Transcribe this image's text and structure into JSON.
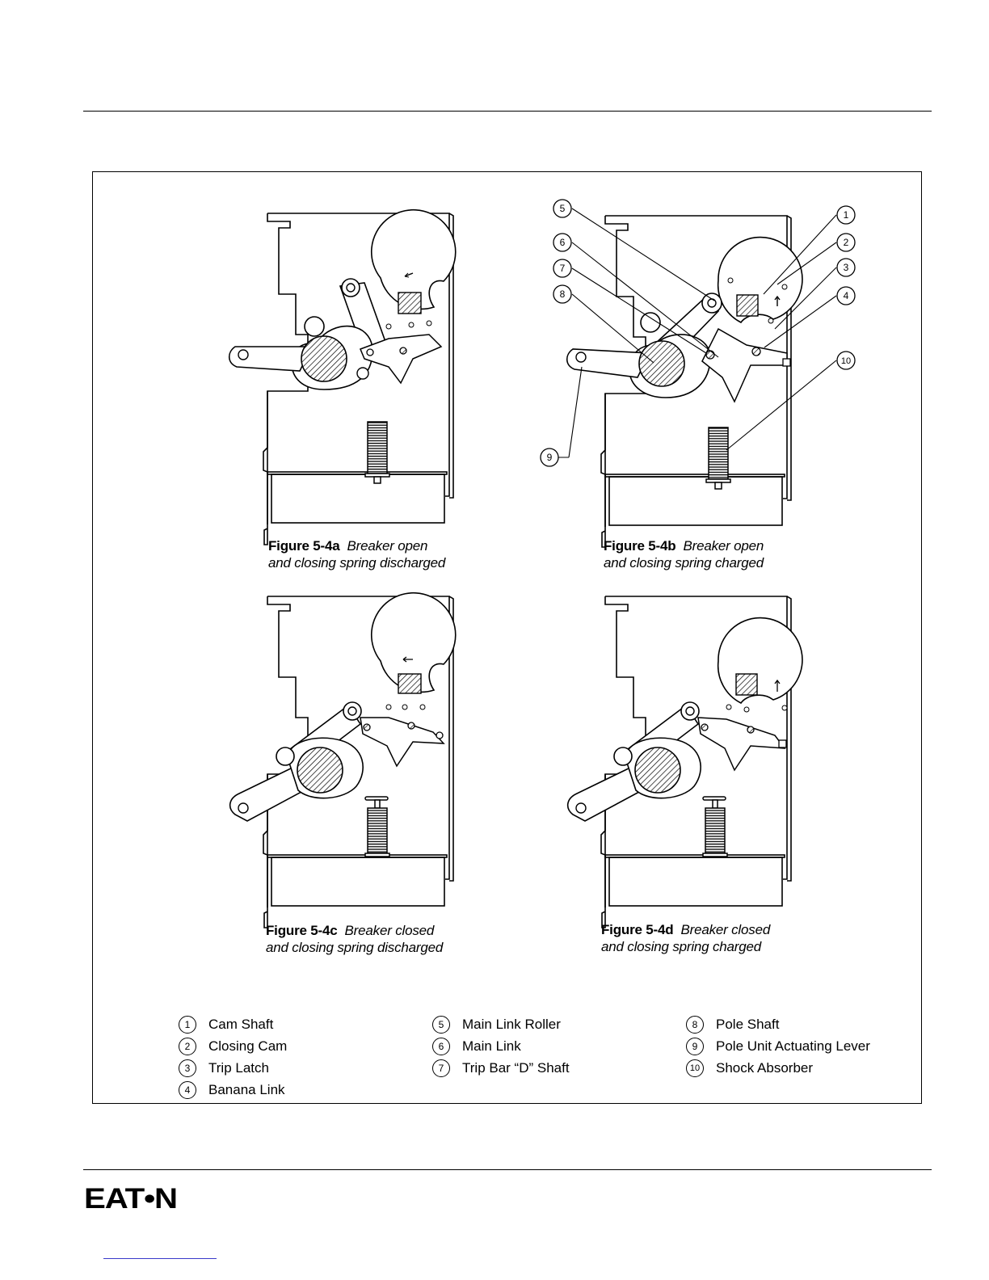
{
  "figures": [
    {
      "id": "a",
      "label": "Figure 5-4a",
      "line1": "Breaker open",
      "line2": "and closing spring discharged"
    },
    {
      "id": "b",
      "label": "Figure 5-4b",
      "line1": "Breaker open",
      "line2": "and closing spring charged"
    },
    {
      "id": "c",
      "label": "Figure 5-4c",
      "line1": "Breaker closed",
      "line2": "and closing spring discharged"
    },
    {
      "id": "d",
      "label": "Figure 5-4d",
      "line1": "Breaker closed",
      "line2": "and closing spring charged"
    }
  ],
  "callouts": [
    "1",
    "2",
    "3",
    "4",
    "5",
    "6",
    "7",
    "8",
    "9",
    "10"
  ],
  "legend": [
    {
      "num": "1",
      "label": "Cam Shaft"
    },
    {
      "num": "2",
      "label": "Closing Cam"
    },
    {
      "num": "3",
      "label": "Trip Latch"
    },
    {
      "num": "4",
      "label": "Banana Link"
    },
    {
      "num": "5",
      "label": "Main Link Roller"
    },
    {
      "num": "6",
      "label": "Main Link"
    },
    {
      "num": "7",
      "label": "Trip Bar “D” Shaft"
    },
    {
      "num": "8",
      "label": "Pole Shaft"
    },
    {
      "num": "9",
      "label": "Pole Unit Actuating Lever"
    },
    {
      "num": "10",
      "label": "Shock Absorber"
    }
  ],
  "logo": {
    "text": "EAT•N"
  }
}
